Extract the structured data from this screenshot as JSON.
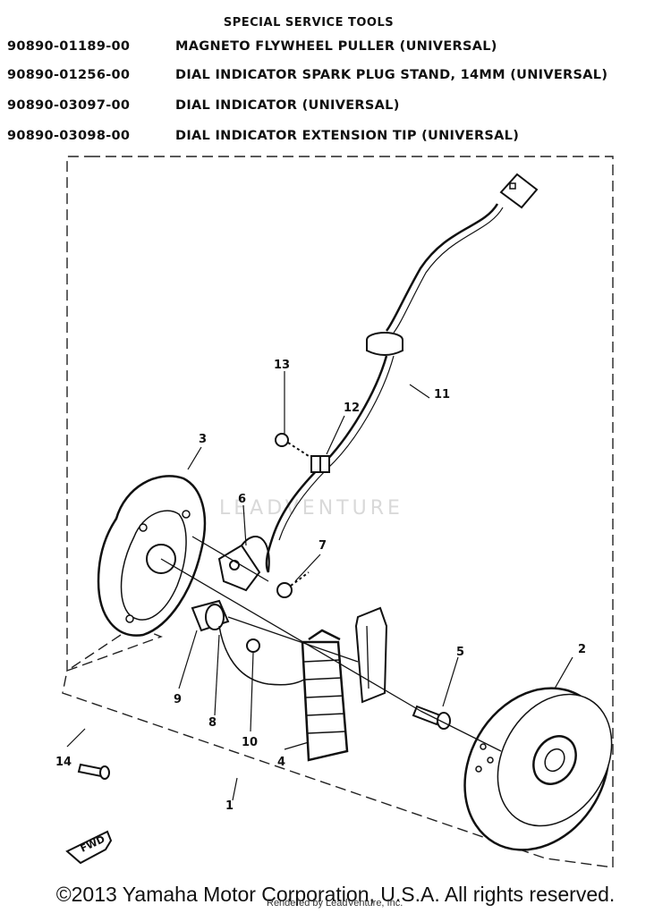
{
  "header": {
    "title": "SPECIAL SERVICE TOOLS"
  },
  "tools": [
    {
      "part_number": "90890-01189-00",
      "description": "MAGNETO FLYWHEEL PULLER (UNIVERSAL)"
    },
    {
      "part_number": "90890-01256-00",
      "description": "DIAL INDICATOR SPARK PLUG STAND, 14MM (UNIVERSAL)"
    },
    {
      "part_number": "90890-03097-00",
      "description": "DIAL INDICATOR (UNIVERSAL)"
    },
    {
      "part_number": "90890-03098-00",
      "description": "DIAL INDICATOR EXTENSION TIP (UNIVERSAL)"
    }
  ],
  "callouts": [
    "1",
    "2",
    "3",
    "4",
    "5",
    "6",
    "7",
    "8",
    "9",
    "10",
    "11",
    "12",
    "13",
    "14"
  ],
  "fwd_label": "FWD",
  "watermark": "LEADVENTURE",
  "footer": {
    "copyright": "©2013 Yamaha Motor Corporation, U.S.A. All rights reserved.",
    "rendered_by": "Rendered by LeadVenture, Inc."
  }
}
